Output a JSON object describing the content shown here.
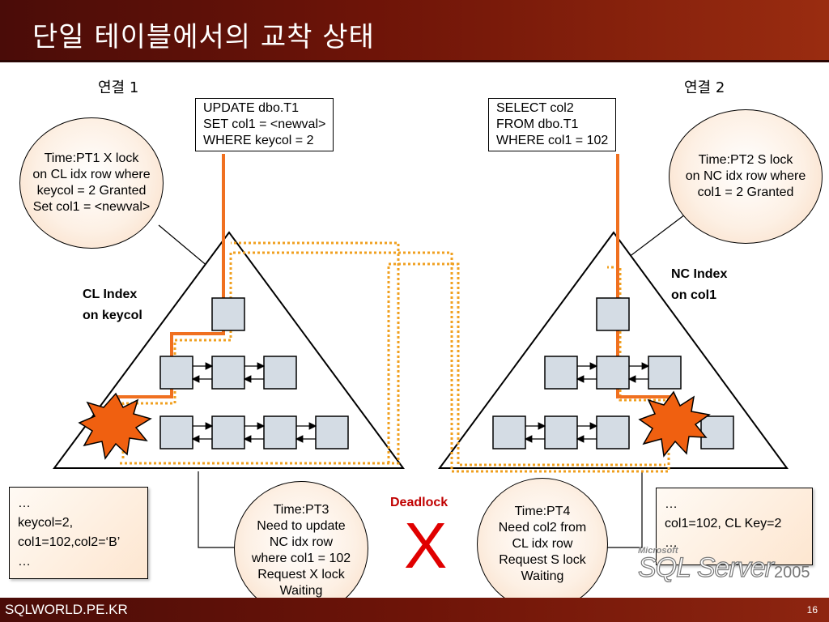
{
  "slide": {
    "title": "단일 테이블에서의 교착 상태",
    "footer": "SQLWORLD.PE.KR",
    "page_number": "16"
  },
  "connection1": {
    "label": "연결 1",
    "query": [
      "UPDATE dbo.T1",
      "SET col1 = <newval>",
      "WHERE keycol = 2"
    ],
    "lock_info": [
      "Time:PT1 X lock",
      "on CL idx row where",
      "keycol = 2 Granted",
      "Set col1 = <newval>"
    ],
    "index_label": [
      "CL Index",
      "on keycol"
    ],
    "row_note": [
      "…",
      "keycol=2,",
      "col1=102,col2=‘B’",
      "…"
    ],
    "request_info": [
      "Time:PT3",
      "Need to update",
      "NC idx row",
      "where col1 = 102",
      "Request X lock",
      "Waiting"
    ]
  },
  "connection2": {
    "label": "연결 2",
    "query": [
      "SELECT col2",
      "FROM dbo.T1",
      "WHERE col1 = 102"
    ],
    "lock_info": [
      "Time:PT2 S lock",
      "on NC idx row where",
      "col1 = 2 Granted"
    ],
    "index_label": [
      "NC Index",
      "on col1"
    ],
    "row_note": [
      "…",
      "col1=102, CL Key=2",
      "…"
    ],
    "request_info": [
      "Time:PT4",
      "Need col2 from",
      "CL idx row",
      "Request S lock",
      "Waiting"
    ]
  },
  "deadlock": {
    "label": "Deadlock",
    "symbol": "X"
  },
  "logo": {
    "company": "Microsoft",
    "product": "SQL Server",
    "version": "2005"
  },
  "colors": {
    "path": "#f07020",
    "dotted_path": "#f0a020",
    "burst": "#f06010",
    "node_fill": "#d4dce4",
    "title_bg": "#6e1408"
  }
}
